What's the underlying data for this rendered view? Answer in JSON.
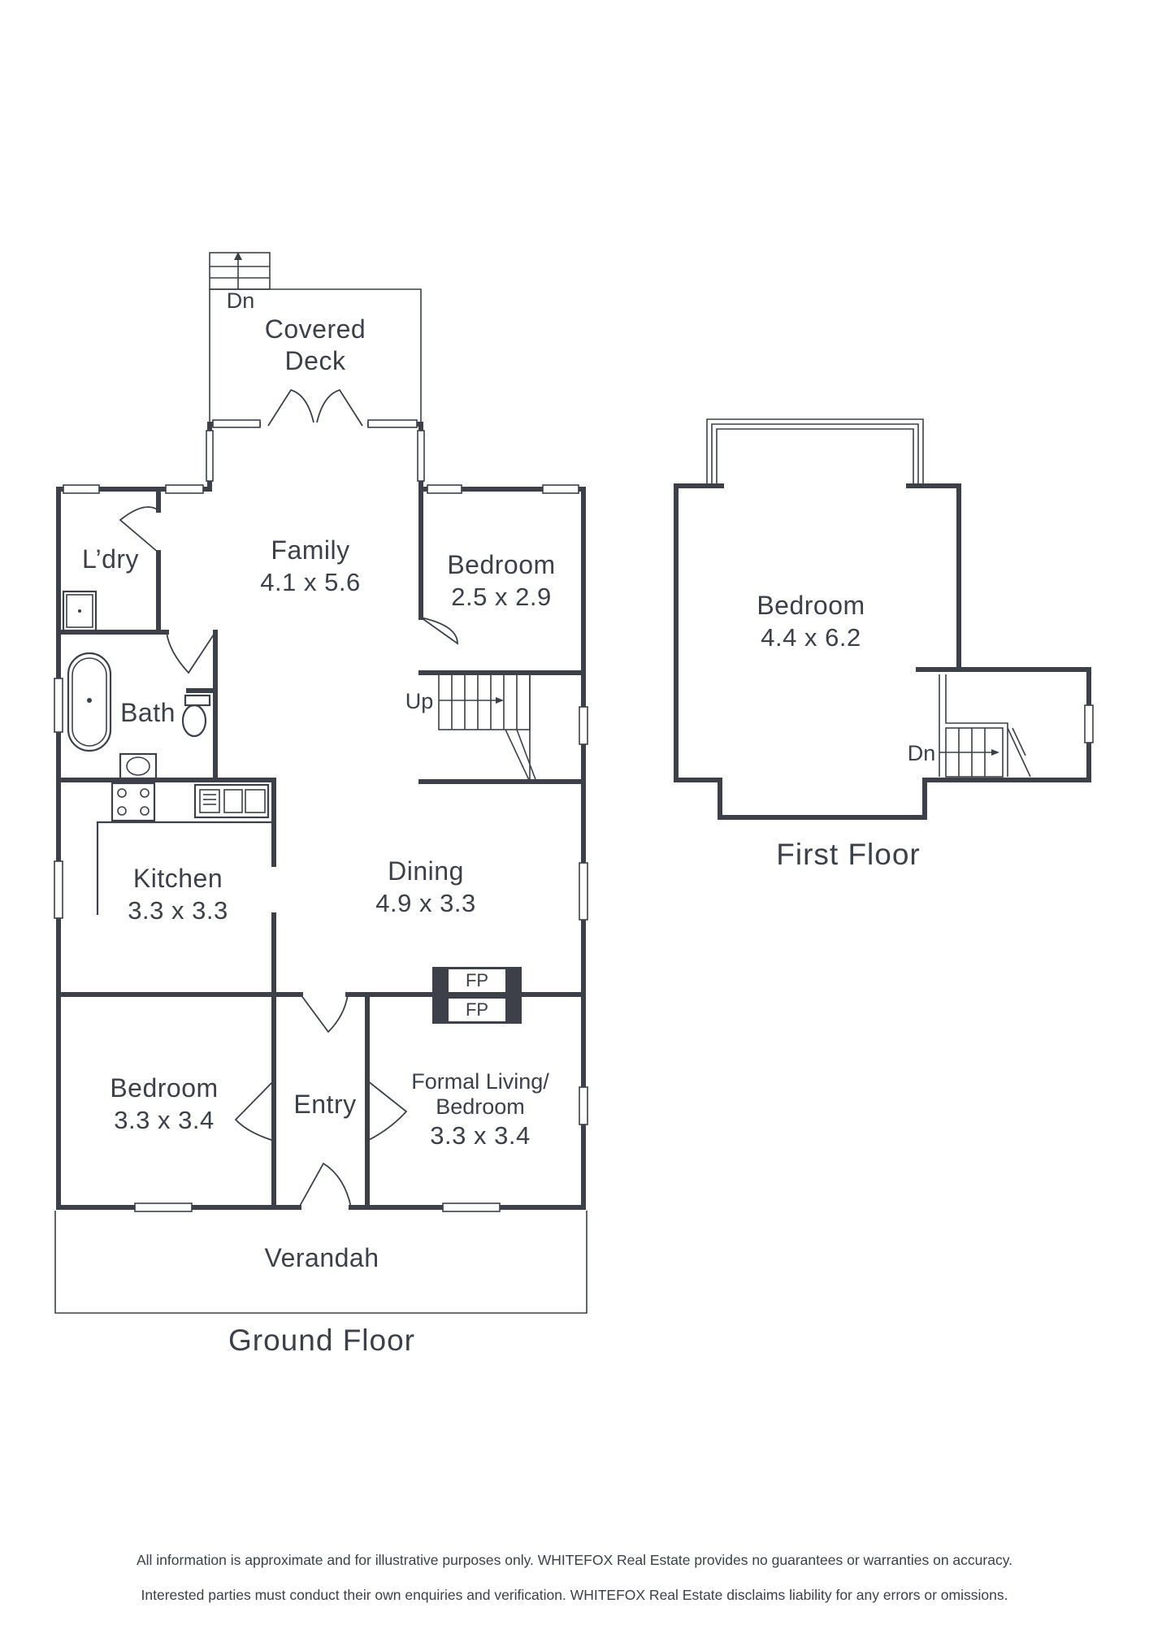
{
  "ground_floor": {
    "title": "Ground Floor",
    "rooms": {
      "covered_deck": {
        "name_line1": "Covered",
        "name_line2": "Deck"
      },
      "laundry": {
        "name": "L’dry"
      },
      "family": {
        "name": "Family",
        "dims": "4.1 x 5.6"
      },
      "bedroom_rear": {
        "name": "Bedroom",
        "dims": "2.5 x 2.9"
      },
      "bath": {
        "name": "Bath"
      },
      "kitchen": {
        "name": "Kitchen",
        "dims": "3.3 x 3.3"
      },
      "dining": {
        "name": "Dining",
        "dims": "4.9 x 3.3"
      },
      "bedroom_front": {
        "name": "Bedroom",
        "dims": "3.3 x 3.4"
      },
      "entry": {
        "name": "Entry"
      },
      "formal_living": {
        "name_line1": "Formal Living/",
        "name_line2": "Bedroom",
        "dims": "3.3 x 3.4"
      },
      "verandah": {
        "name": "Verandah"
      }
    },
    "stair_labels": {
      "deck_down": "Dn",
      "stairs_up": "Up"
    },
    "fireplace_labels": [
      "FP",
      "FP"
    ]
  },
  "first_floor": {
    "title": "First Floor",
    "rooms": {
      "bedroom": {
        "name": "Bedroom",
        "dims": "4.4 x 6.2"
      }
    },
    "stair_labels": {
      "down": "Dn"
    }
  },
  "disclaimer": {
    "line1": "All information is approximate and for illustrative purposes only. WHITEFOX Real Estate provides no guarantees or warranties on accuracy.",
    "line2": "Interested parties must conduct their own enquiries and verification. WHITEFOX Real Estate disclaims liability for any errors or omissions."
  },
  "colors": {
    "ink": "#3d4049",
    "background": "#ffffff"
  }
}
